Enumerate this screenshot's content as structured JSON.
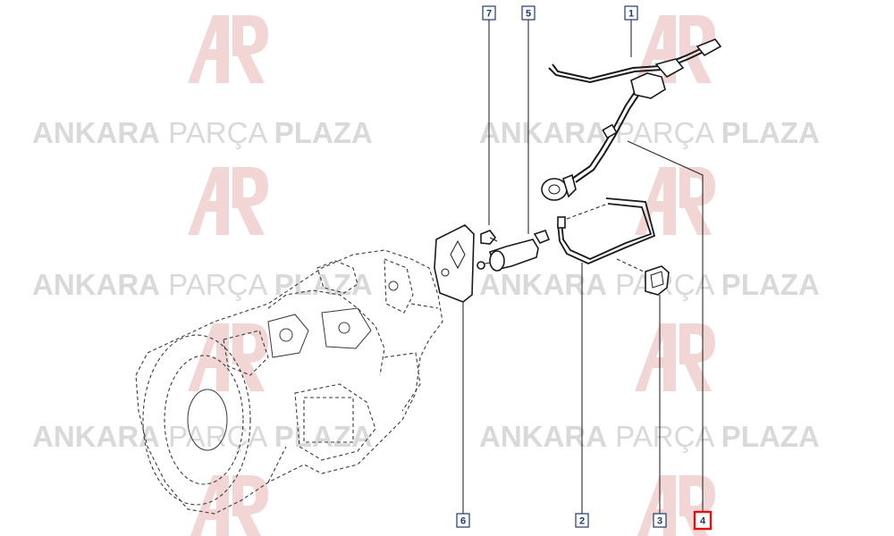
{
  "watermark": {
    "brand_bold_first": "ANKARA",
    "brand_light": "PARÇA",
    "brand_bold_last": "PLAZA",
    "logo_color": "#f2d6d6",
    "text_color": "#d9d9d9"
  },
  "callouts": [
    {
      "id": "1",
      "label": "1",
      "highlighted": false
    },
    {
      "id": "2",
      "label": "2",
      "highlighted": false
    },
    {
      "id": "3",
      "label": "3",
      "highlighted": false
    },
    {
      "id": "4",
      "label": "4",
      "highlighted": true
    },
    {
      "id": "5",
      "label": "5",
      "highlighted": false
    },
    {
      "id": "6",
      "label": "6",
      "highlighted": false
    },
    {
      "id": "7",
      "label": "7",
      "highlighted": false
    }
  ],
  "colors": {
    "callout_border": "#1f3b6b",
    "highlight_border": "#e01010"
  }
}
